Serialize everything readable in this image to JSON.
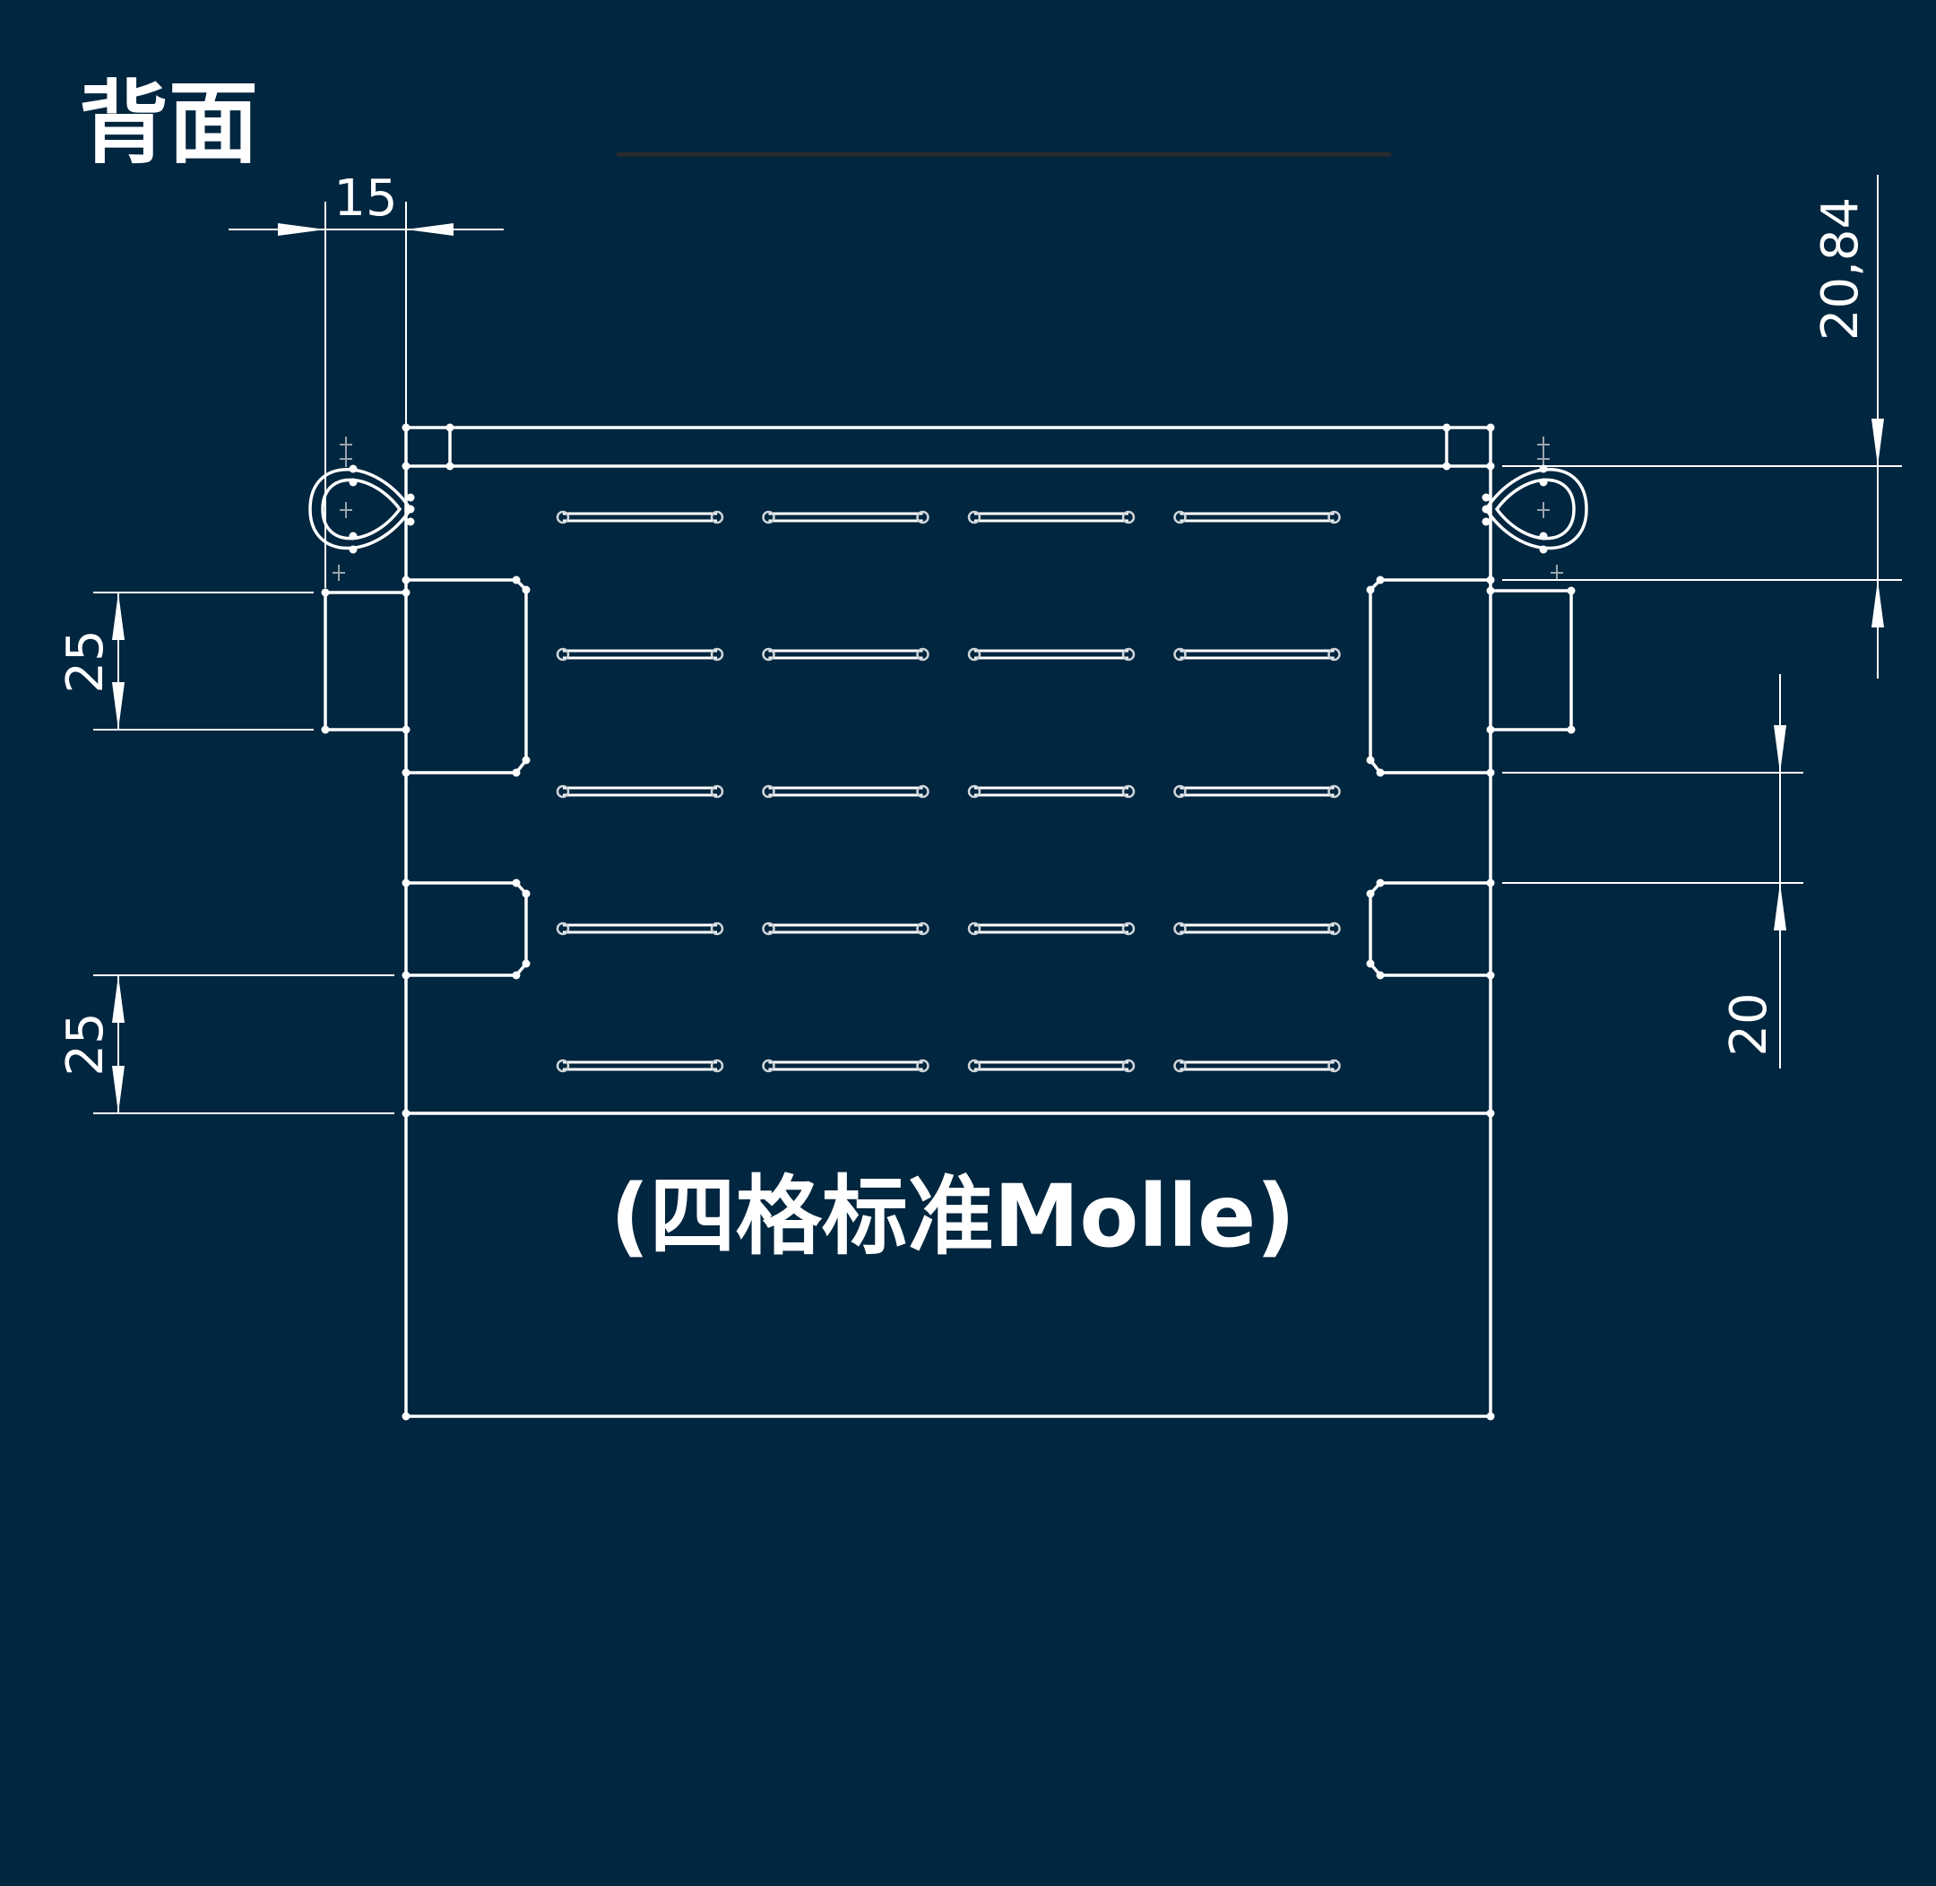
{
  "view": {
    "title": "背面",
    "caption": "(四格标准Molle)"
  },
  "dimensions": {
    "left_top_width": "15",
    "right_top_height": "20,84",
    "left_upper_height": "25",
    "left_lower_height": "25",
    "right_gap_height": "20"
  },
  "molle_grid": {
    "rows": 5,
    "columns": 4
  },
  "colors": {
    "background": "#01263f",
    "line": "#ffffff",
    "accent_line": "#2a2c2c"
  }
}
